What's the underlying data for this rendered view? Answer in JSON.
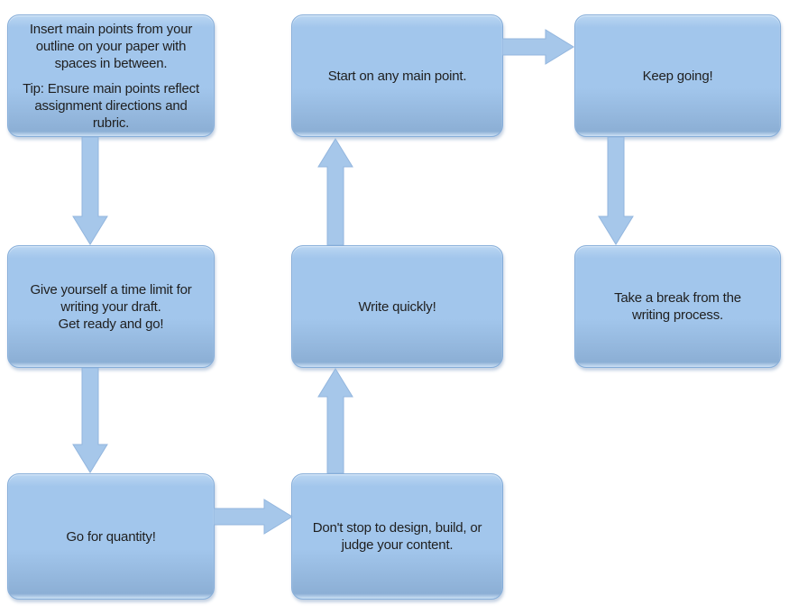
{
  "palette": {
    "background": "#ffffff",
    "node_fill_top": "#bad6f2",
    "node_fill": "#a2c6ec",
    "node_fill_bottom": "#8cafd5",
    "node_edge_glow": "#cde1f5",
    "node_border": "#85add9",
    "arrow_fill": "#a6c7ea",
    "arrow_edge": "#93b6de",
    "text_color": "#1f1f1f"
  },
  "diagram": {
    "type": "flowchart",
    "title": "",
    "nodes": [
      {
        "id": "insert-main-points",
        "paragraphs": [
          "Insert main points from your outline on your paper with spaces in between.",
          "Tip: Ensure main points reflect assignment directions and rubric."
        ]
      },
      {
        "id": "time-limit",
        "paragraphs": [
          "Give yourself a time limit for writing your draft.",
          "Get ready and go!"
        ]
      },
      {
        "id": "go-for-quantity",
        "paragraphs": [
          "Go for quantity!"
        ]
      },
      {
        "id": "start-any-main-point",
        "paragraphs": [
          "Start on any main point."
        ]
      },
      {
        "id": "write-quickly",
        "paragraphs": [
          "Write quickly!"
        ]
      },
      {
        "id": "dont-stop",
        "paragraphs": [
          "Don't stop to design, build, or judge your content."
        ]
      },
      {
        "id": "keep-going",
        "paragraphs": [
          "Keep going!"
        ]
      },
      {
        "id": "take-a-break",
        "paragraphs": [
          "Take a break from the writing process."
        ]
      }
    ],
    "edges": [
      {
        "from": "insert-main-points",
        "to": "time-limit",
        "direction": "down"
      },
      {
        "from": "time-limit",
        "to": "go-for-quantity",
        "direction": "down"
      },
      {
        "from": "go-for-quantity",
        "to": "dont-stop",
        "direction": "right"
      },
      {
        "from": "dont-stop",
        "to": "write-quickly",
        "direction": "up"
      },
      {
        "from": "write-quickly",
        "to": "start-any-main-point",
        "direction": "up"
      },
      {
        "from": "start-any-main-point",
        "to": "keep-going",
        "direction": "right"
      },
      {
        "from": "keep-going",
        "to": "take-a-break",
        "direction": "down"
      }
    ]
  }
}
